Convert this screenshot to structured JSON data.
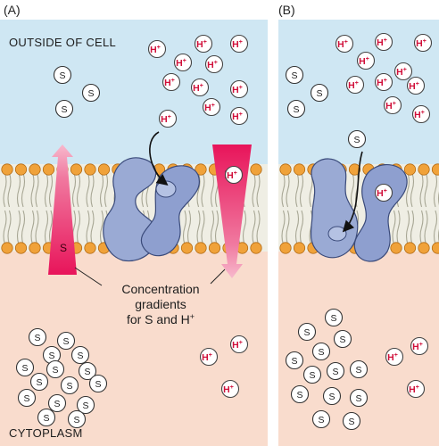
{
  "panels": [
    {
      "label": "(A)",
      "outside_label": "OUTSIDE OF CELL",
      "inside_label": "CYTOPLASM"
    },
    {
      "label": "(B)"
    }
  ],
  "solute_symbol": "S",
  "proton_symbol": "H",
  "proton_charge": "+",
  "gradient_caption": [
    "Concentration",
    "gradients",
    "for S and H"
  ],
  "colors": {
    "outside": "#cfe7f3",
    "cytoplasm": "#f9dccd",
    "membrane_head": "#f0a23a",
    "membrane_tail": "#d9d6c3",
    "transporter": "#9aaad4",
    "transporter_edge": "#3a4a7a",
    "gradient": "#e8145a",
    "proton_text": "#d0103a"
  },
  "icons": [
    "curved-arrow-icon",
    "gradient-arrow-icon"
  ]
}
